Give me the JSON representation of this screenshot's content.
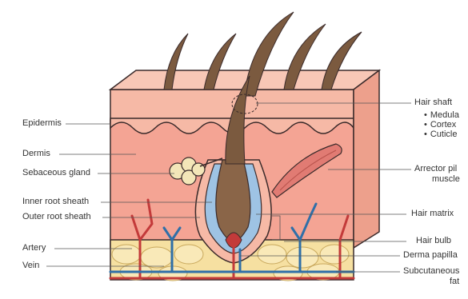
{
  "colors": {
    "epidermis": "#f6b9a6",
    "dermis": "#f4a494",
    "subcutaneous": "#f6e0a1",
    "hair": "#7b5a3f",
    "artery": "#c33a3a",
    "vein": "#2f6fa8",
    "muscle": "#e17b73",
    "gland": "#f3e6b8",
    "outline": "#3a2a2a"
  },
  "labels": {
    "left": {
      "epidermis": "Epidermis",
      "dermis": "Dermis",
      "sebaceous": "Sebaceous gland",
      "inner_root": "Inner root sheath",
      "outer_root": "Outer root sheath",
      "artery": "Artery",
      "vein": "Vein"
    },
    "right": {
      "hair_shaft": "Hair shaft",
      "hair_shaft_parts": [
        "Medula",
        "Cortex",
        "Cuticle"
      ],
      "arrector_line1": "Arrector pil",
      "arrector_line2": "muscle",
      "hair_matrix": "Hair matrix",
      "hair_bulb": "Hair bulb",
      "derma_papilla": "Derma papilla",
      "subcutaneous_line1": "Subcutaneous",
      "subcutaneous_line2": "fat"
    }
  }
}
